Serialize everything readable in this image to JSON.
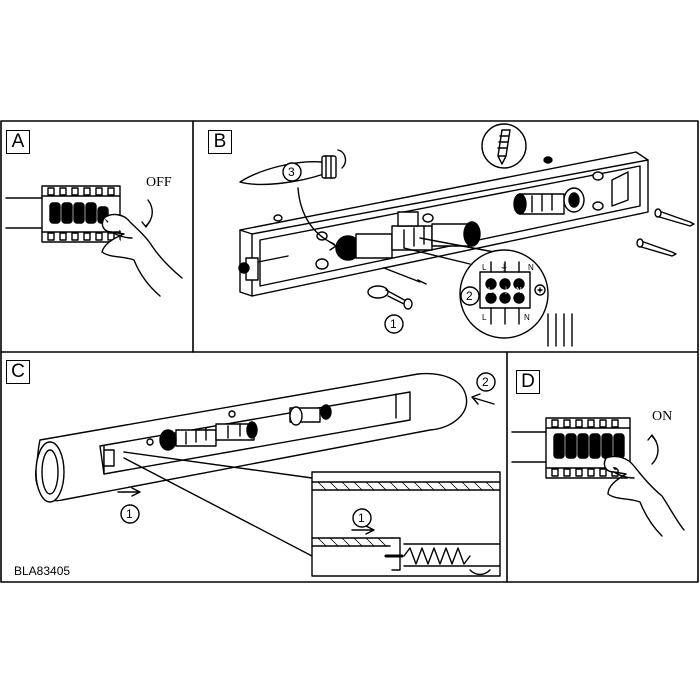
{
  "panels": {
    "a": {
      "letter": "A",
      "switch_word": "OFF"
    },
    "b": {
      "letter": "B",
      "callouts": [
        "3",
        "2",
        "1"
      ],
      "terminal_top": [
        "L",
        "⏚",
        "N"
      ],
      "terminal_bottom": [
        "L",
        "N"
      ],
      "terminal_mid": [
        "L",
        "⏚",
        "N"
      ]
    },
    "c": {
      "letter": "C",
      "callouts": [
        "2",
        "1",
        "1"
      ]
    },
    "d": {
      "letter": "D",
      "switch_word": "ON"
    }
  },
  "model_code": "BLA83405"
}
